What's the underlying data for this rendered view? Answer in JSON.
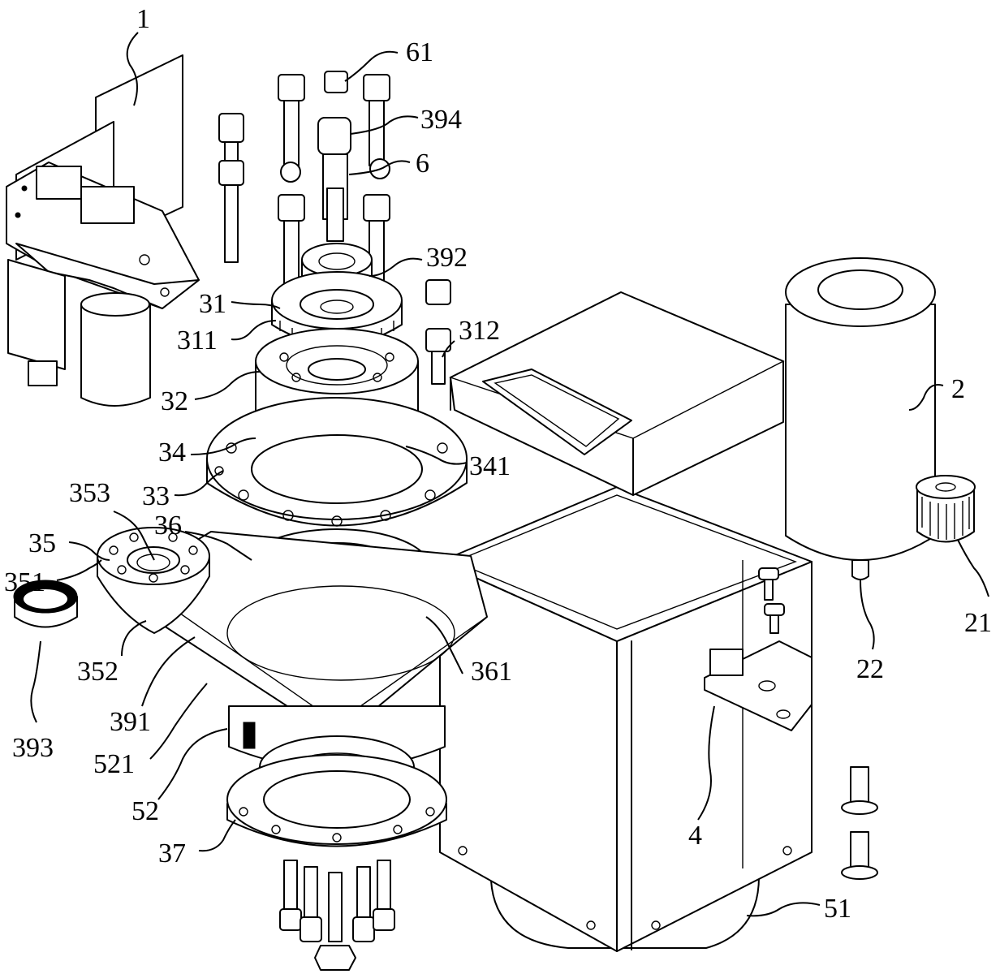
{
  "labels": {
    "l1": "1",
    "l2": "2",
    "l4": "4",
    "l6": "6",
    "l21": "21",
    "l22": "22",
    "l31": "31",
    "l32": "32",
    "l33": "33",
    "l34": "34",
    "l35": "35",
    "l36": "36",
    "l37": "37",
    "l51": "51",
    "l52": "52",
    "l61": "61",
    "l311": "311",
    "l312": "312",
    "l341": "341",
    "l351": "351",
    "l352": "352",
    "l353": "353",
    "l361": "361",
    "l391": "391",
    "l392": "392",
    "l393": "393",
    "l394": "394",
    "l521": "521"
  }
}
